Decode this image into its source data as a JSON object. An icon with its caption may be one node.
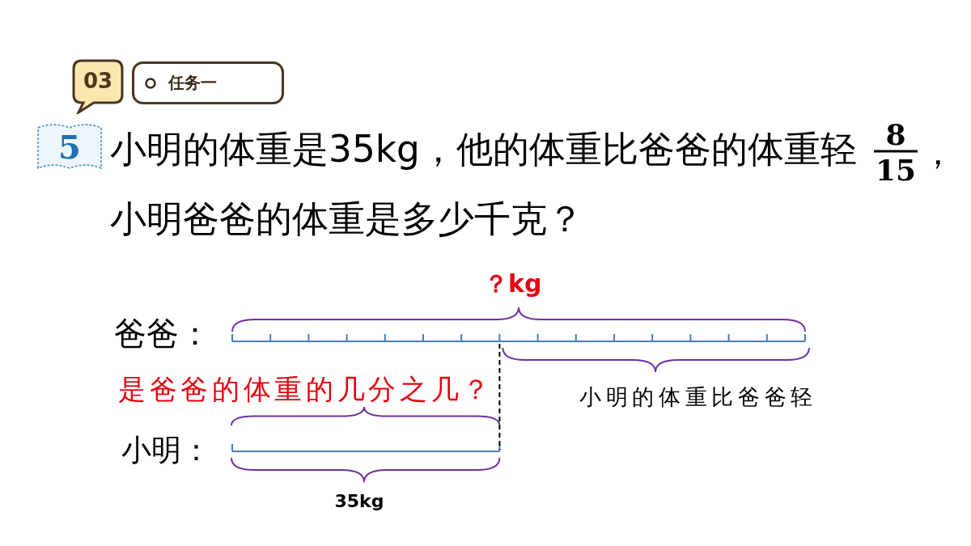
{
  "diagram": {
    "nodes": [
      {
        "text": [
          "03"
        ]
      },
      {
        "text": [
          "任务一"
        ]
      },
      {
        "text": [
          "5"
        ]
      }
    ],
    "labels": [
      "小明的体重是35kg，他的体重比爸爸的体重轻",
      "8",
      "15",
      "，",
      "小明爸爸的体重是多少千克？",
      "？kg",
      "爸爸：",
      "是爸爸的体重的几分之几？",
      "小明的体重比爸爸轻",
      "小明：",
      "35kg"
    ]
  }
}
